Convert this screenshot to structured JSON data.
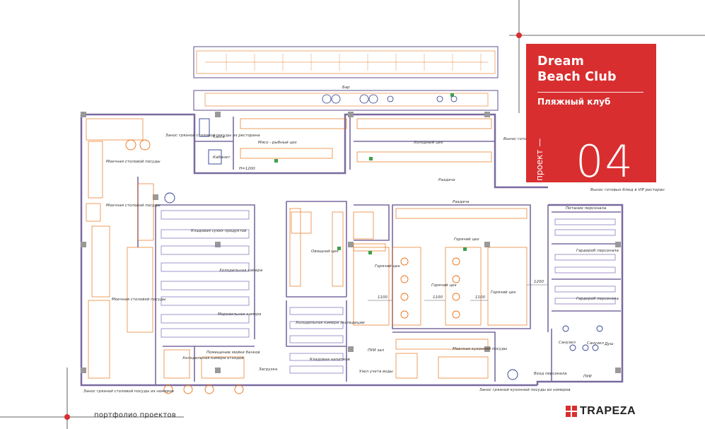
{
  "project": {
    "title_line1": "Dream",
    "title_line2": "Beach Club",
    "subtitle": "Пляжный клуб",
    "vertical_label": "проект —",
    "number": "04"
  },
  "footer": {
    "text": "портфолио проектов"
  },
  "brand": {
    "name": "TRAPEZA",
    "color": "#d92e2f"
  },
  "rooms": {
    "bar": "Бар",
    "cash": "Касса",
    "cabinet": "Кабинет",
    "meat_fish": "Мясо - рыбный цех",
    "cold_shop": "Холодный цех",
    "serving": "Раздача",
    "serving2": "Раздача",
    "hot_shop": "Горячий цех",
    "hot_shop_a": "Горячий цех",
    "hot_shop_b": "Горячий цех",
    "hot_shop_c": "Горячий цех",
    "veg_shop": "Овощной цех",
    "dry_store": "Кладовая сухих продуктов",
    "cold_chamber1": "Холодильная камера",
    "cold_chamber2": "Морозильная камера",
    "waste_chamber": "Холодильная камера отходов",
    "can_wash": "Помещение мойки бачков",
    "loading": "Загрузка",
    "expedition": "Холодильная камера экспедиции",
    "drinks_store": "Кладовая напитков",
    "dish_wash1": "Моечная столовой посуды",
    "dish_wash2": "Моечная столовой посуды",
    "dish_wash3": "Моечная столовой посуды",
    "kitchen_wash": "Моечная кухонной посуды",
    "staff_meal": "Питание персонала",
    "staff_change1": "Гардероб персонала",
    "staff_change2": "Гардероб персонала",
    "toilet1": "Санузел",
    "toilet2": "Санузел",
    "shower": "Душ",
    "pui_main": "ПУИ зал",
    "pui2": "ПУИ",
    "water_meter": "Узел учета воды",
    "staff_entry": "Вход персонала",
    "in_dirty_top": "Занос грязной столовой посуды из ресторана",
    "in_dirty_bottom": "Занос грязной столовой посуды из номеров",
    "in_dirty_kitchen": "Занос грязной кухонной посуды из номеров",
    "out_ready_top": "Вынос готовых блюд",
    "out_vip": "Вынос готовых блюд в VIP ресторан",
    "dim1": "1100",
    "dim2": "1100",
    "dim3": "1100",
    "dim4": "1200",
    "dim5": "H=1200"
  }
}
